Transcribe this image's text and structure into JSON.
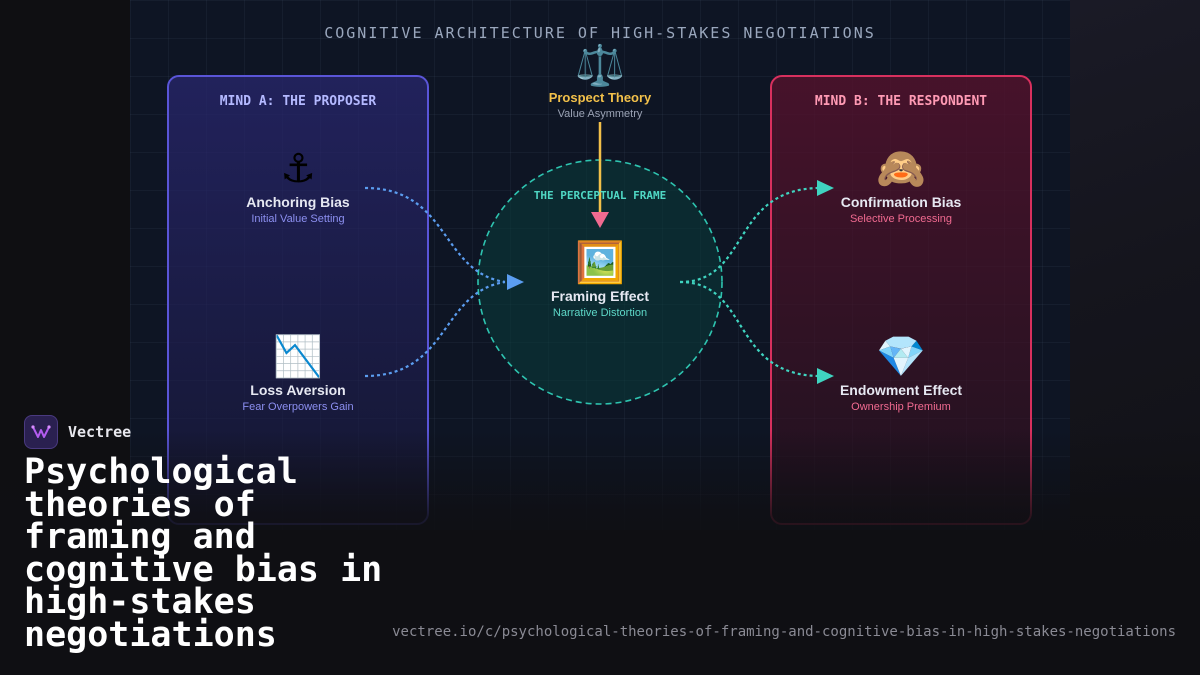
{
  "diagram": {
    "title": "COGNITIVE ARCHITECTURE OF HIGH-STAKES NEGOTIATIONS",
    "mind_a": {
      "title": "MIND A: THE PROPOSER",
      "nodes": [
        {
          "icon": "anchor-icon",
          "emoji": "⚓",
          "name": "Anchoring Bias",
          "sub": "Initial Value Setting"
        },
        {
          "icon": "chart-decreasing-icon",
          "emoji": "📉",
          "name": "Loss Aversion",
          "sub": "Fear Overpowers Gain"
        }
      ]
    },
    "mind_b": {
      "title": "MIND B: THE RESPONDENT",
      "nodes": [
        {
          "icon": "see-no-evil-monkey-icon",
          "emoji": "🙈",
          "name": "Confirmation Bias",
          "sub": "Selective Processing"
        },
        {
          "icon": "gem-icon",
          "emoji": "💎",
          "name": "Endowment Effect",
          "sub": "Ownership Premium"
        }
      ]
    },
    "prospect": {
      "icon": "balance-scale-icon",
      "emoji": "⚖️",
      "name": "Prospect Theory",
      "sub": "Value Asymmetry"
    },
    "frame": {
      "label": "THE PERCEPTUAL FRAME",
      "icon": "framed-picture-icon",
      "emoji": "🖼️",
      "name": "Framing Effect",
      "sub": "Narrative Distortion"
    },
    "colors": {
      "proposer": "#5a55d8",
      "respondent": "#d8305e",
      "frame": "#2ec4b0",
      "prospect": "#f2c04a",
      "arrow_left": "#5b9df0",
      "arrow_right": "#3fd4c0"
    }
  },
  "brand": {
    "name": "Vectree",
    "logo_icon": "vectree-logo-icon"
  },
  "headline": "Psychological theories of framing and cognitive bias in high-stakes negotiations",
  "url": "vectree.io/c/psychological-theories-of-framing-and-cognitive-bias-in-high-stakes-negotiations"
}
